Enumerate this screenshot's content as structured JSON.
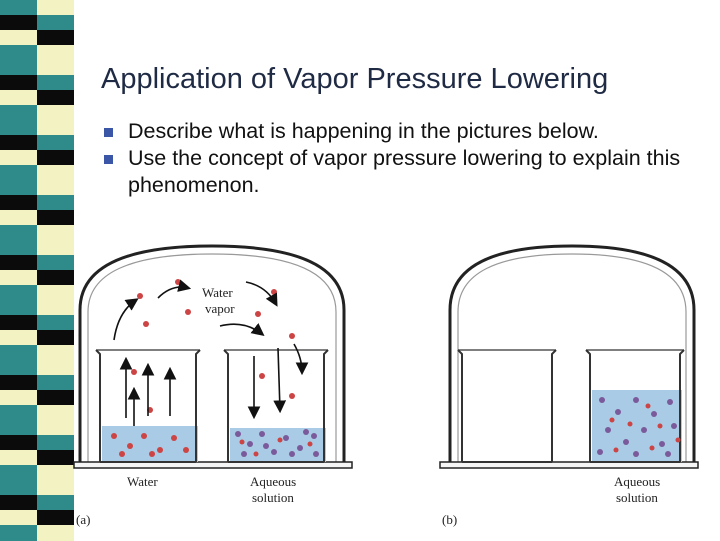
{
  "slide": {
    "title": "Application of Vapor Pressure Lowering",
    "bullets": [
      "Describe what is happening in the pictures below.",
      "Use the concept of vapor pressure lowering to explain this phenomenon."
    ]
  },
  "diagram": {
    "panel_a": {
      "marker": "(a)",
      "vapor_label_line1": "Water",
      "vapor_label_line2": "vapor",
      "beaker_left_label": "Water",
      "beaker_right_label_line1": "Aqueous",
      "beaker_right_label_line2": "solution"
    },
    "panel_b": {
      "marker": "(b)",
      "beaker_right_label_line1": "Aqueous",
      "beaker_right_label_line2": "solution"
    }
  },
  "colors": {
    "title": "#1f2a44",
    "bullet_marker": "#3b56a6",
    "liquid": "#a9cbe6",
    "strip": [
      "#2f8a8a",
      "#1530b0",
      "#f2f2c2",
      "#3aa0a0",
      "#0b0b0b",
      "#7fd0e8"
    ]
  }
}
